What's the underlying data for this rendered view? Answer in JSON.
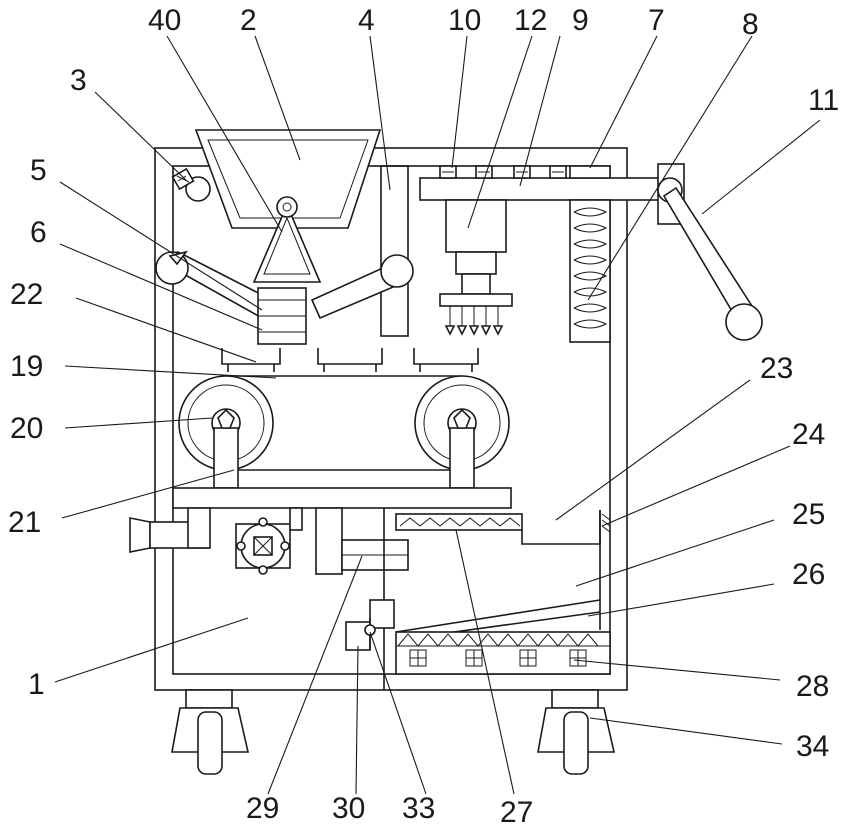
{
  "labels": {
    "l1": "1",
    "l2": "2",
    "l3": "3",
    "l4": "4",
    "l5": "5",
    "l6": "6",
    "l7": "7",
    "l8": "8",
    "l9": "9",
    "l10": "10",
    "l11": "11",
    "l12": "12",
    "l19": "19",
    "l20": "20",
    "l21": "21",
    "l22": "22",
    "l23": "23",
    "l24": "24",
    "l25": "25",
    "l26": "26",
    "l27": "27",
    "l28": "28",
    "l29": "29",
    "l30": "30",
    "l33": "33",
    "l34": "34",
    "l40": "40"
  }
}
